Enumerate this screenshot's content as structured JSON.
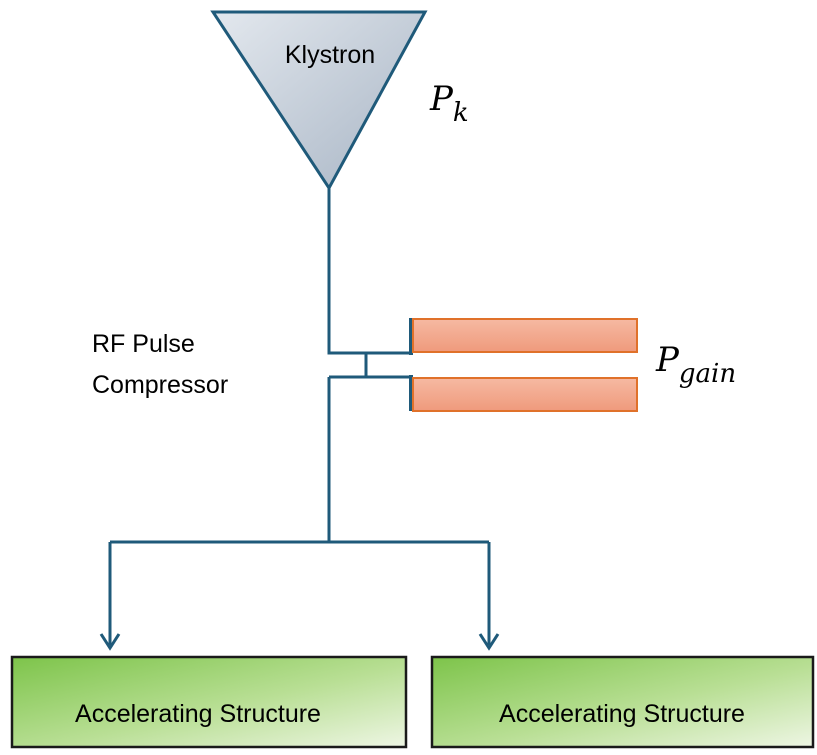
{
  "klystron": {
    "label": "Klystron",
    "power_symbol": "P",
    "power_subscript": "k"
  },
  "pulse_compressor": {
    "label_line1": "RF Pulse",
    "label_line2": "Compressor",
    "power_symbol": "P",
    "power_subscript": "gain"
  },
  "structures": [
    {
      "label": "Accelerating Structure"
    },
    {
      "label": "Accelerating Structure"
    }
  ],
  "colors": {
    "line": "#1f5a7a",
    "klystron_fill_light": "#e3e8ee",
    "klystron_fill_dark": "#a7b4c4",
    "cavity_fill": "#f3a98f",
    "cavity_stroke": "#e0712a",
    "structure_fill_light": "#eef6e4",
    "structure_fill_dark": "#7dc44a",
    "structure_stroke": "#1a1a1a"
  }
}
